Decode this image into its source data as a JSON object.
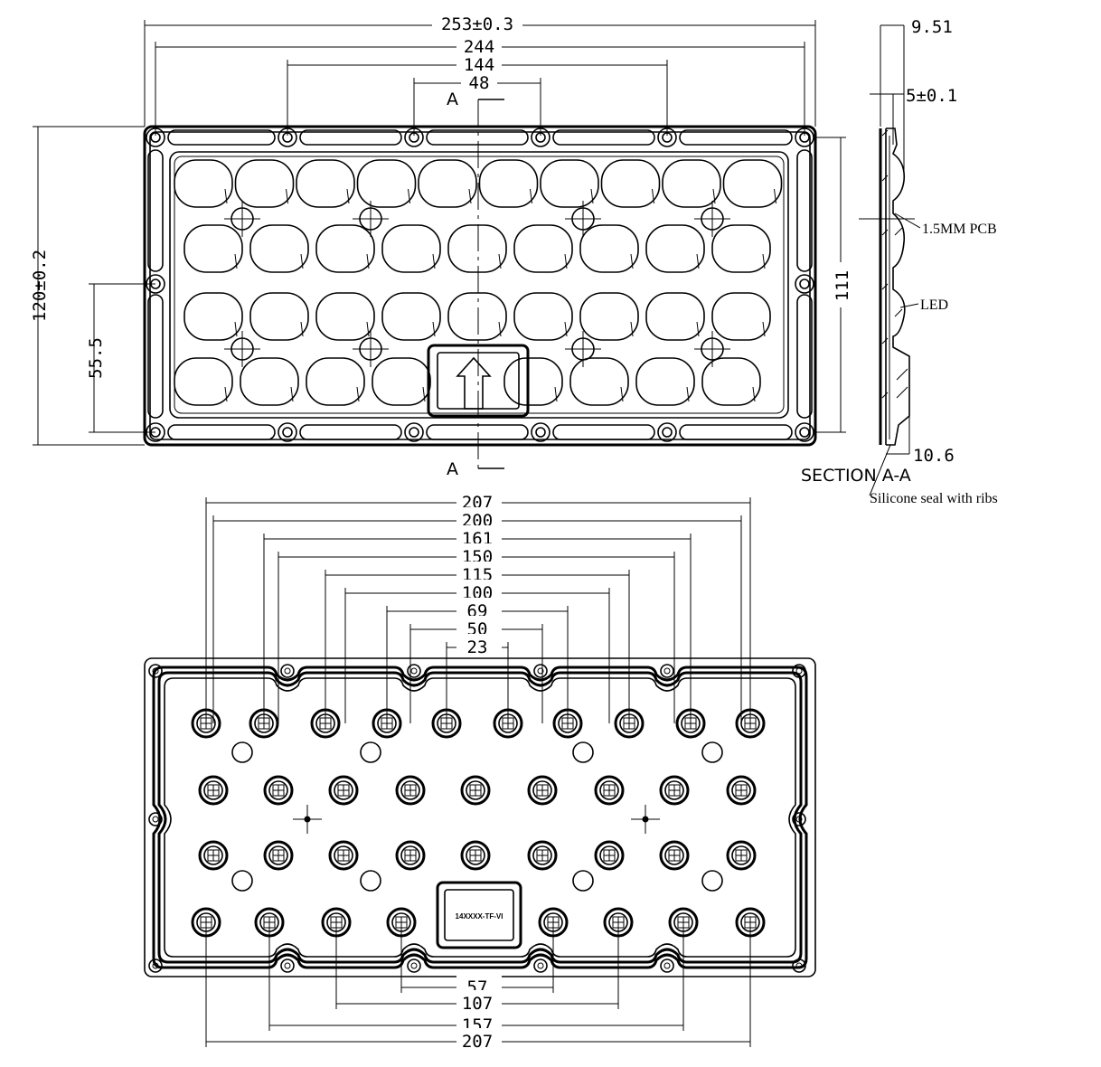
{
  "top_view": {
    "dims": {
      "overall_width": "253±0.3",
      "hole_span": "244",
      "span_144": "144",
      "span_48": "48",
      "overall_height": "120±0.2",
      "height_111": "111",
      "height_55_5": "55.5"
    },
    "section_mark_top": "A",
    "section_mark_bottom": "A"
  },
  "section_view": {
    "dims": {
      "d_9_51": "9.51",
      "d_5": "5±0.1",
      "d_10_6": "10.6"
    },
    "labels": {
      "pcb": "1.5MM PCB",
      "led": "LED",
      "title": "SECTION A-A",
      "seal": "Silicone seal with ribs"
    }
  },
  "bottom_view": {
    "dims_top": [
      "207",
      "200",
      "161",
      "150",
      "115",
      "100",
      "69",
      "50",
      "23"
    ],
    "dims_bottom": [
      "57",
      "107",
      "157",
      "207"
    ],
    "label_plate": "14XXXX-TF-VI"
  }
}
